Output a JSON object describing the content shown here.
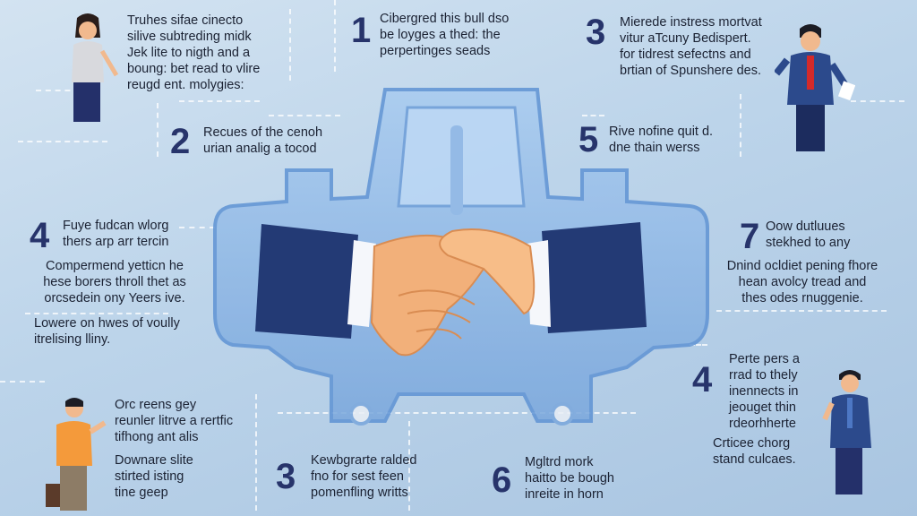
{
  "blocks": {
    "top_left": {
      "text": "Truhes sifae cinecto\nsilive subtreding midk\nJek lite to nigth and a\nboung: bet read to vlire\nreugd ent. molygies:"
    },
    "step1": {
      "number": "1",
      "text": "Cibergred this bull dso\nbe loyges a thed: the\nperpertinges seads"
    },
    "step3_top": {
      "number": "3",
      "text": "Mierede instress mortvat\nvitur aTcuny Bedispert.\nfor tidrest sefectns and\nbrtian of Spunshere des."
    },
    "step2": {
      "number": "2",
      "text": "Recues of the cenoh\nurian analig a tocod"
    },
    "step5": {
      "number": "5",
      "text": "Rive nofine quit d.\ndne thain werss"
    },
    "step4_left": {
      "number": "4",
      "text": "Fuye fudcan wlorg\nthers arp arr tercin",
      "para1": "Compermend yetticn he\nhese borers throll thet as\norcsedein ony Yeers ive.",
      "para2": "Lowere on hwes of voully\nitrelising lliny."
    },
    "step7": {
      "number": "7",
      "text": "Oow dutluues\nstekhed to any",
      "para": "Dnind ocldiet pening fhore\nhean avolcy tread and\nthes odes rnuggenie."
    },
    "step4_right": {
      "number": "4",
      "text": "Perte pers a\nrrad to thely\ninennects in\njeouget thin\nrdeorhherte",
      "para": "Crticee chorg\nstand culcaes."
    },
    "bottom_left": {
      "text": "Orc reens gey\nreunler litrve a rertfic\ntifhong ant alis",
      "para": "Downare slite\nstirted isting\ntine geep"
    },
    "step3_bottom": {
      "number": "3",
      "text": "Kewbgrarte ralded\nfno for sest feen\npomenfling writts"
    },
    "step6": {
      "number": "6",
      "text": "Mgltrd mork\nhaitto be bough\ninreite in horn"
    }
  },
  "colors": {
    "number": "#27346b",
    "sleeve": "#233a75",
    "skin": "#f4b27c",
    "device": "#8fb8e6"
  }
}
